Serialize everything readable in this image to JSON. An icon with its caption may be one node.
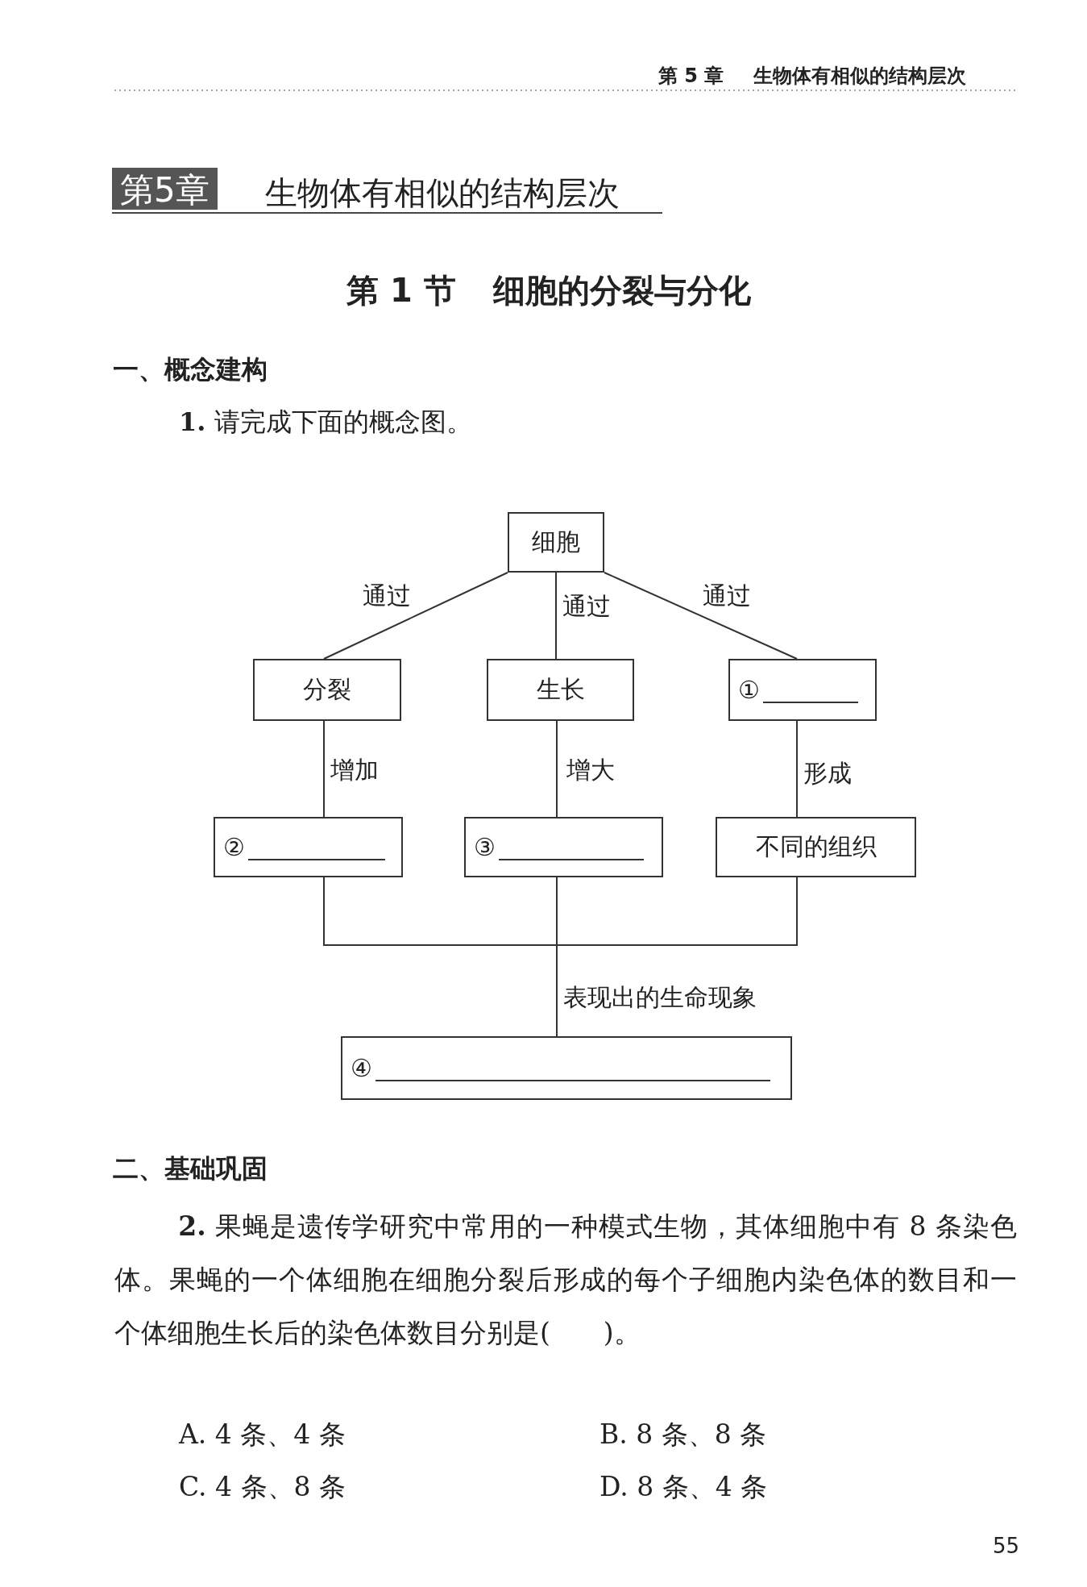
{
  "diagram": {
    "nodes": [
      {
        "text": [
          "细胞"
        ]
      },
      {
        "text": [
          "分裂"
        ]
      },
      {
        "text": [
          "生长"
        ]
      },
      {
        "text": [
          "①"
        ]
      },
      {
        "text": [
          "②"
        ]
      },
      {
        "text": [
          "③"
        ]
      },
      {
        "text": [
          "不同的组织"
        ]
      },
      {
        "text": [
          "④"
        ]
      }
    ],
    "edges": [
      {
        "from": 0,
        "to": 1,
        "arrow": "none",
        "label": "通过"
      },
      {
        "from": 0,
        "to": 2,
        "arrow": "none",
        "label": "通过"
      },
      {
        "from": 0,
        "to": 3,
        "arrow": "none",
        "label": "通过"
      },
      {
        "from": 1,
        "to": 4,
        "arrow": "none",
        "label": "增加"
      },
      {
        "from": 2,
        "to": 5,
        "arrow": "none",
        "label": "增大"
      },
      {
        "from": 3,
        "to": 6,
        "arrow": "none",
        "label": "形成"
      },
      {
        "from": 4,
        "to": 7,
        "arrow": "none"
      },
      {
        "from": 5,
        "to": 7,
        "arrow": "none",
        "label": "表现出的生命现象"
      },
      {
        "from": 6,
        "to": 7,
        "arrow": "none"
      }
    ],
    "labels": [
      "第 5 章",
      "生物体有相似的结构层次",
      "第5章",
      "生物体有相似的结构层次",
      "第 1 节",
      "细胞的分裂与分化",
      "一、概念建构",
      "**1.** 请完成下面的概念图。",
      "二、基础巩固",
      "**2.** 果蝇是遗传学研究中常用的一种模式生物，其体细胞中有 8 条染色体。果蝇的一个体细胞在细胞分裂后形成的每个子细胞内染色体的数目和一个体细胞生长后的染色体数目分别是(　　)。",
      "A. 4 条、4 条",
      "B. 8 条、8 条",
      "C. 4 条、8 条",
      "D. 8 条、4 条",
      "55"
    ]
  }
}
